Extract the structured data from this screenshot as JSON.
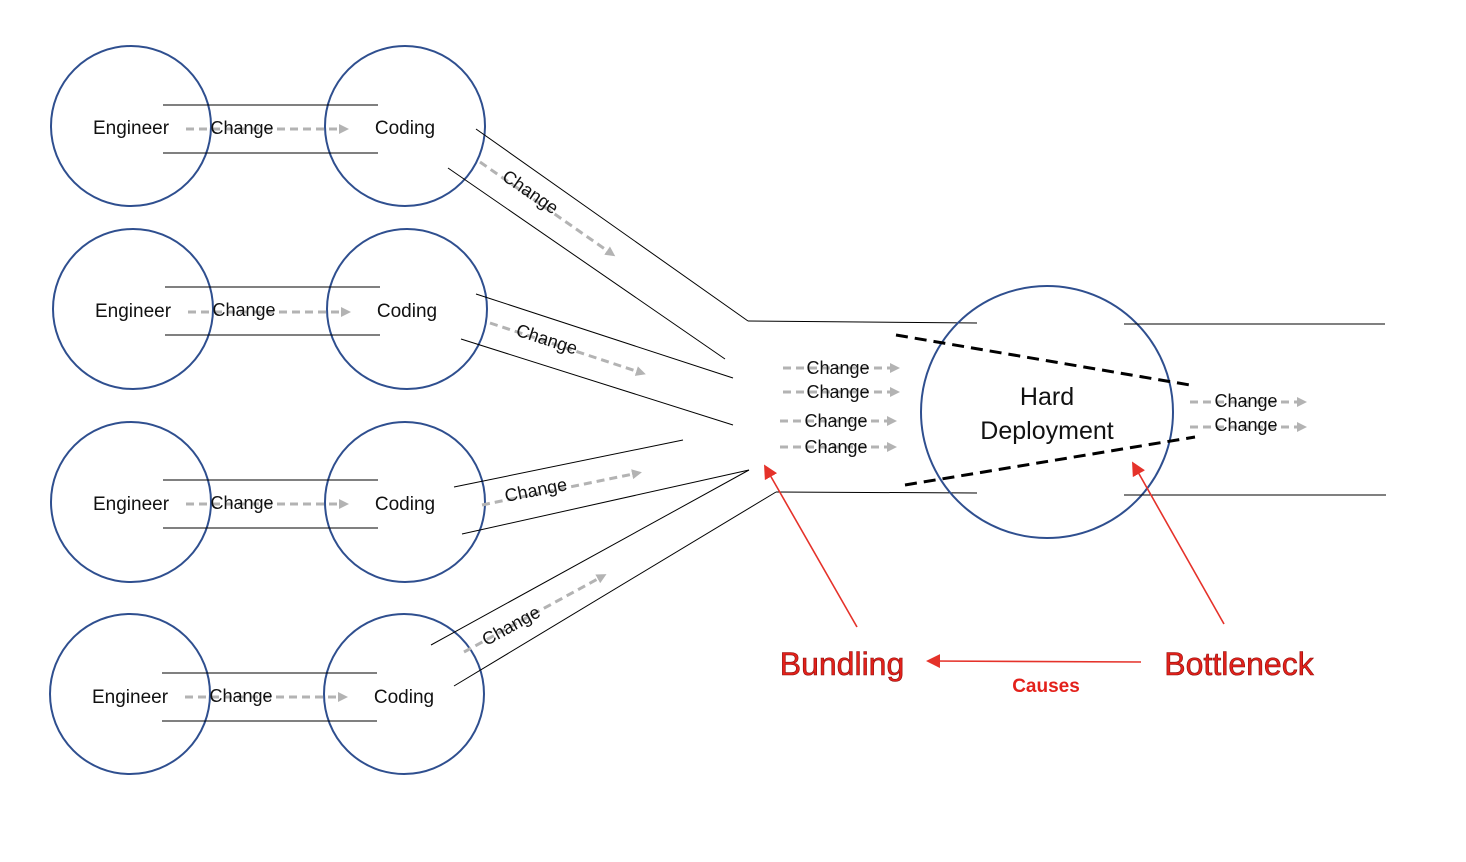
{
  "diagram": {
    "rows": [
      {
        "engineer": "Engineer",
        "change": "Change",
        "coding": "Coding",
        "out_change": "Change"
      },
      {
        "engineer": "Engineer",
        "change": "Change",
        "coding": "Coding",
        "out_change": "Change"
      },
      {
        "engineer": "Engineer",
        "change": "Change",
        "coding": "Coding",
        "out_change": "Change"
      },
      {
        "engineer": "Engineer",
        "change": "Change",
        "coding": "Coding",
        "out_change": "Change"
      }
    ],
    "bundle_changes": [
      "Change",
      "Change",
      "Change",
      "Change"
    ],
    "deployment": {
      "line1": "Hard",
      "line2": "Deployment"
    },
    "output_changes": [
      "Change",
      "Change"
    ],
    "annotations": {
      "bundling": "Bundling",
      "bottleneck": "Bottleneck",
      "causes": "Causes"
    },
    "colors": {
      "circle": "#2f4f8f",
      "flow": "#b3b3b3",
      "annotation": "#e3211b"
    }
  }
}
